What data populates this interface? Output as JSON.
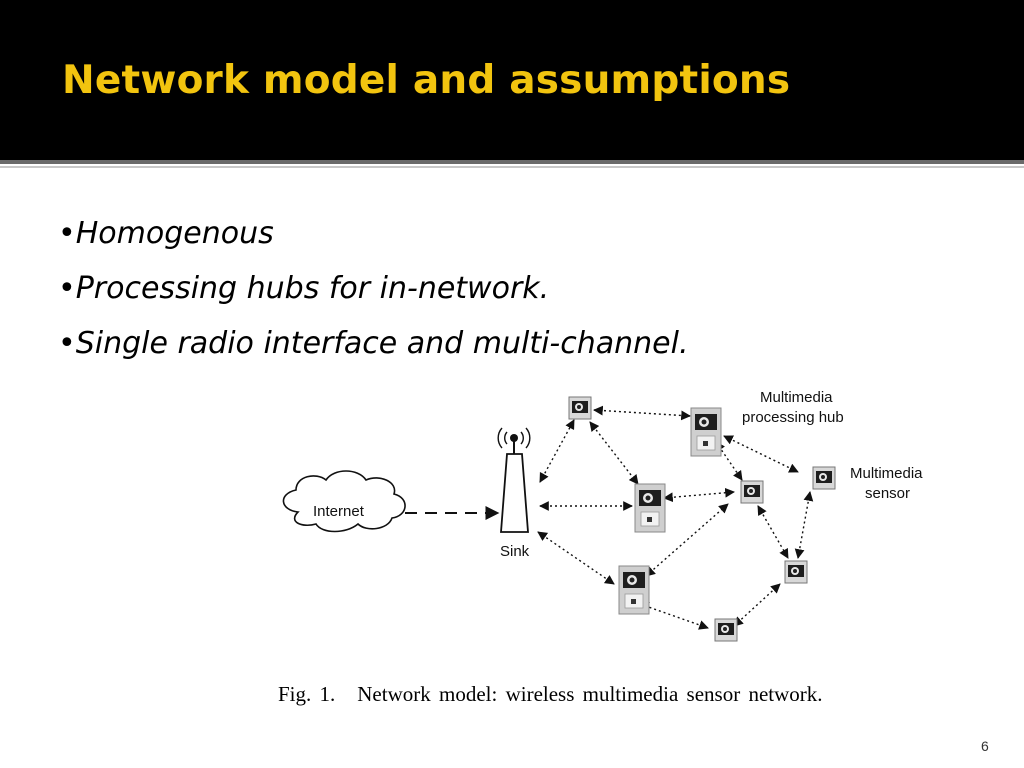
{
  "slide": {
    "title": "Network model and assumptions",
    "bullets": [
      "Homogenous",
      "Processing hubs for in-network.",
      "Single radio interface and multi-channel."
    ],
    "page_number": "6"
  },
  "figure": {
    "labels": {
      "internet": "Internet",
      "sink": "Sink",
      "hub_line1": "Multimedia",
      "hub_line2": "processing hub",
      "sensor_line1": "Multimedia",
      "sensor_line2": "sensor"
    },
    "caption": {
      "number": "Fig. 1.",
      "text": "Network model: wireless multimedia sensor network."
    }
  },
  "colors": {
    "title_bar": "#000000",
    "title_text": "#f2c40f"
  }
}
